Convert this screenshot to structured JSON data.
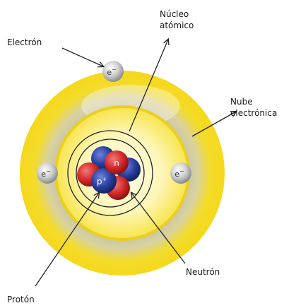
{
  "labels": {
    "electron": "Electrón",
    "nucleus_line1": "Núcleo",
    "nucleus_line2": "atómico",
    "cloud_line1": "Nube",
    "cloud_line2": "electrónica",
    "neutron": "Neutrón",
    "proton": "Protón"
  },
  "particles": {
    "electron_symbol": "e",
    "electron_charge": "−",
    "proton_symbol": "p",
    "proton_charge": "+",
    "neutron_symbol": "n"
  },
  "colors": {
    "cloud_outer": "#f6dc1f",
    "cloud_inner": "#fbf4b0",
    "proton": "#243a9c",
    "neutron": "#d62a2a",
    "electron": "#c8c8c8"
  }
}
